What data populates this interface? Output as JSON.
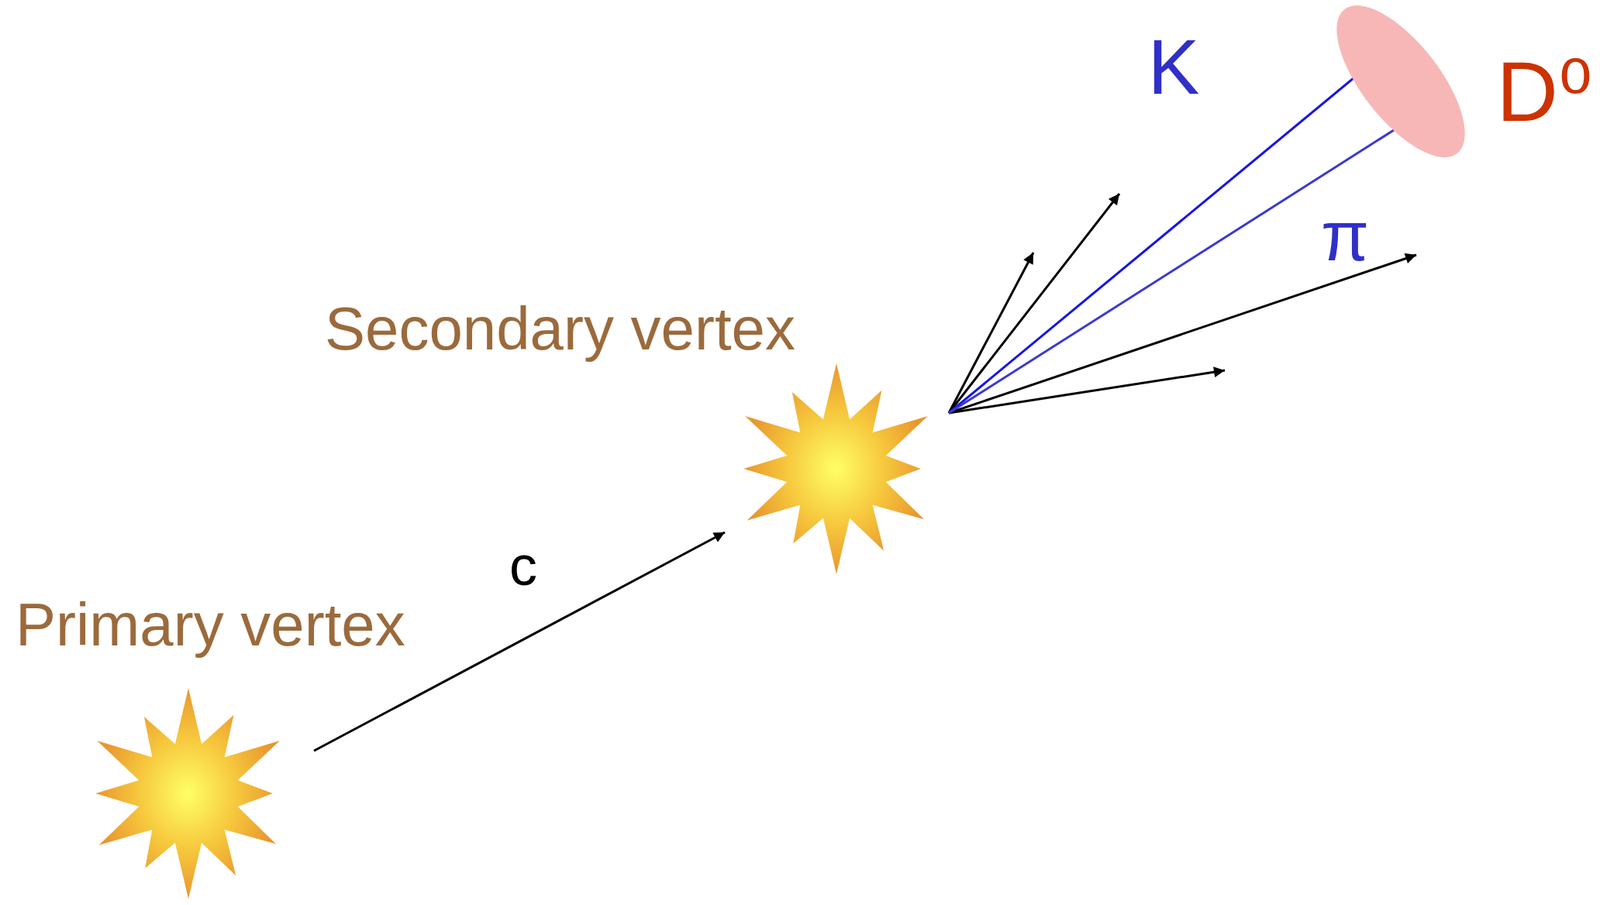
{
  "diagram": {
    "nodes": [
      {
        "text": [
          "Primary vertex"
        ]
      },
      {
        "text": [
          "Secondary vertex"
        ]
      },
      {
        "text": [
          "D⁰"
        ]
      }
    ],
    "edges": [
      {
        "from": 0,
        "to": 1,
        "label": "c",
        "arrow": "to"
      },
      {
        "from": 1,
        "to": 2,
        "label": "K",
        "arrow": "to"
      },
      {
        "from": 1,
        "to": 2,
        "label": "π",
        "arrow": "to"
      }
    ]
  }
}
